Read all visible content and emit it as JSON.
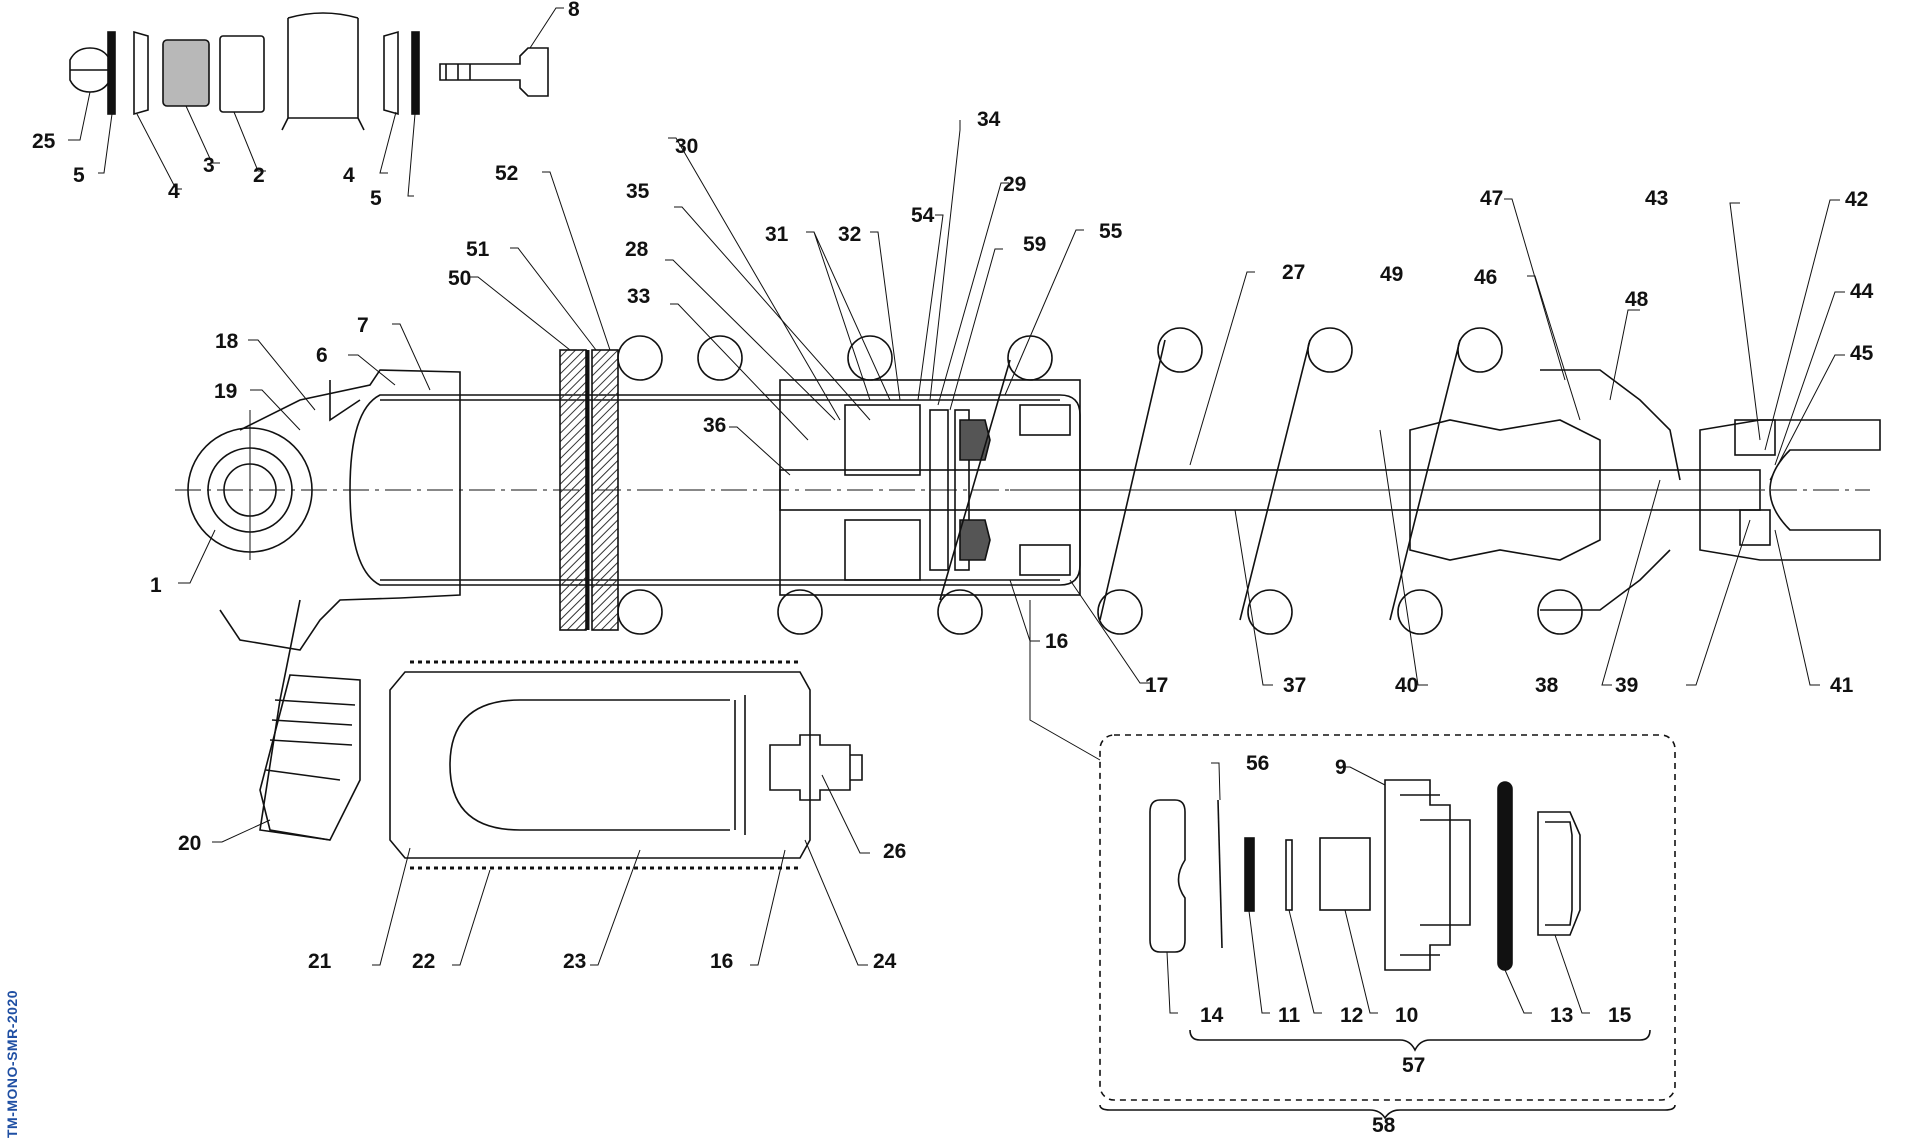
{
  "doc_code": "TM-MONO-SMR-2020",
  "colors": {
    "ink": "#111111",
    "code": "#1f4fa3",
    "hatch": "#333333",
    "fill": "#b8b8b8"
  },
  "labels": {
    "p1": "1",
    "p2": "2",
    "p3": "3",
    "p4a": "4",
    "p4b": "4",
    "p5a": "5",
    "p5b": "5",
    "p6": "6",
    "p7": "7",
    "p8": "8",
    "p9": "9",
    "p10": "10",
    "p11": "11",
    "p12": "12",
    "p13": "13",
    "p14": "14",
    "p15": "15",
    "p16a": "16",
    "p16b": "16",
    "p17": "17",
    "p18": "18",
    "p19": "19",
    "p20": "20",
    "p21": "21",
    "p22": "22",
    "p23": "23",
    "p24": "24",
    "p25": "25",
    "p26": "26",
    "p27": "27",
    "p28": "28",
    "p29": "29",
    "p30": "30",
    "p31": "31",
    "p32": "32",
    "p33": "33",
    "p34": "34",
    "p35": "35",
    "p36": "36",
    "p37": "37",
    "p38": "38",
    "p39": "39",
    "p40": "40",
    "p41": "41",
    "p42": "42",
    "p43": "43",
    "p44": "44",
    "p45": "45",
    "p46": "46",
    "p47": "47",
    "p48": "48",
    "p49": "49",
    "p50": "50",
    "p51": "51",
    "p52": "52",
    "p54": "54",
    "p55": "55",
    "p56": "56",
    "p57": "57",
    "p58": "58",
    "p59": "59"
  }
}
